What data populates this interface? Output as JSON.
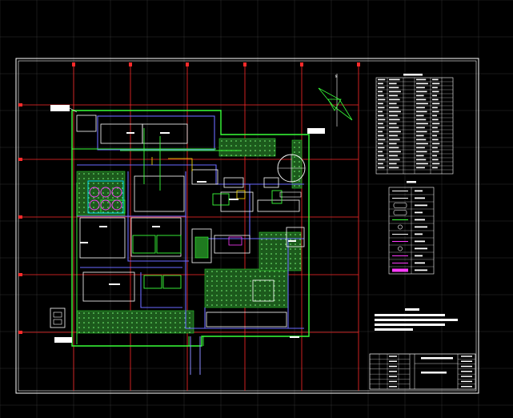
{
  "canvas": {
    "background": "#000000"
  },
  "colors": {
    "grid": "#3a3a3a",
    "frame": "#ffffff",
    "axis": "#ff2a2a",
    "road": "#6a6aff",
    "site": "#39ff39",
    "vegetation": "#2ecc2e",
    "magenta": "#ff3cff",
    "yellow": "#ffe600",
    "cyan": "#00e5ff"
  },
  "icons": {
    "north_arrow": "north-arrow-icon",
    "compass_circle": "compass-circle-icon"
  },
  "callouts": [
    {
      "id": "upper-left",
      "text": ""
    },
    {
      "id": "upper-right",
      "text": ""
    },
    {
      "id": "lower-left",
      "text": ""
    }
  ],
  "legend_title": "",
  "notes_title": "",
  "title_block": {
    "project": "",
    "drawing": ""
  }
}
